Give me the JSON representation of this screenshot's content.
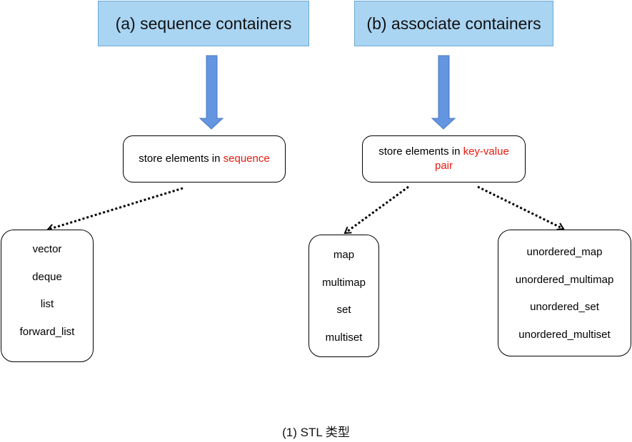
{
  "headers": {
    "sequence": "(a) sequence containers",
    "associative": "(b) associate containers"
  },
  "nodes": {
    "sequence_desc": {
      "prefix": "store elements in ",
      "highlight": "sequence"
    },
    "associative_desc": {
      "prefix": "store elements in ",
      "highlight": "key-value pair"
    }
  },
  "lists": {
    "sequence_items": [
      "vector",
      "deque",
      "list",
      "forward_list"
    ],
    "ordered_items": [
      "map",
      "multimap",
      "set",
      "multiset"
    ],
    "unordered_items": [
      "unordered_map",
      "unordered_multimap",
      "unordered_set",
      "unordered_multiset"
    ]
  },
  "caption": "(1)  STL 类型",
  "colors": {
    "header_fill": "#a9d4f2",
    "arrow_fill": "#6495e0",
    "highlight": "#e8190e"
  }
}
